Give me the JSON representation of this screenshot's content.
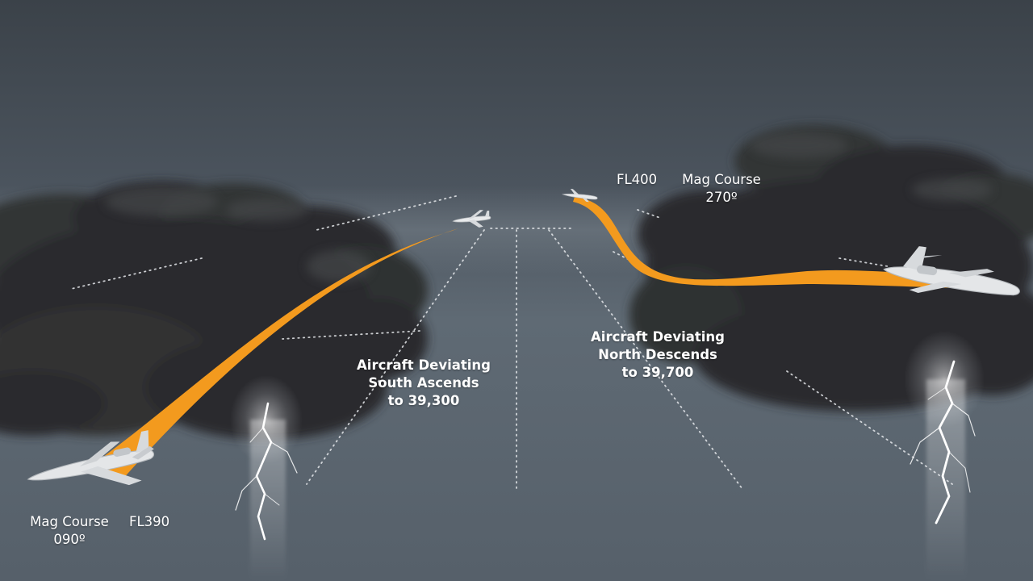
{
  "colors": {
    "track": "#f39a1e",
    "cloud": "#2b2c2e",
    "sky_top": "#3b4249",
    "horizon": "#6a747e",
    "lightning": "#ffffff",
    "text": "#ffffff"
  },
  "icons": {
    "aircraft": "business-jet-icon",
    "lightning": "lightning-bolt-icon",
    "cloud": "storm-cloud-icon"
  },
  "westbound": {
    "altitude": "FL400",
    "course_label": "Mag Course",
    "course_value": "270º",
    "deviation_line1": "Aircraft Deviating",
    "deviation_line2": "North Descends",
    "deviation_line3": "to 39,700"
  },
  "eastbound": {
    "altitude": "FL390",
    "course_label": "Mag Course",
    "course_value": "090º",
    "deviation_line1": "Aircraft Deviating",
    "deviation_line2": "South Ascends",
    "deviation_line3": "to 39,300"
  }
}
